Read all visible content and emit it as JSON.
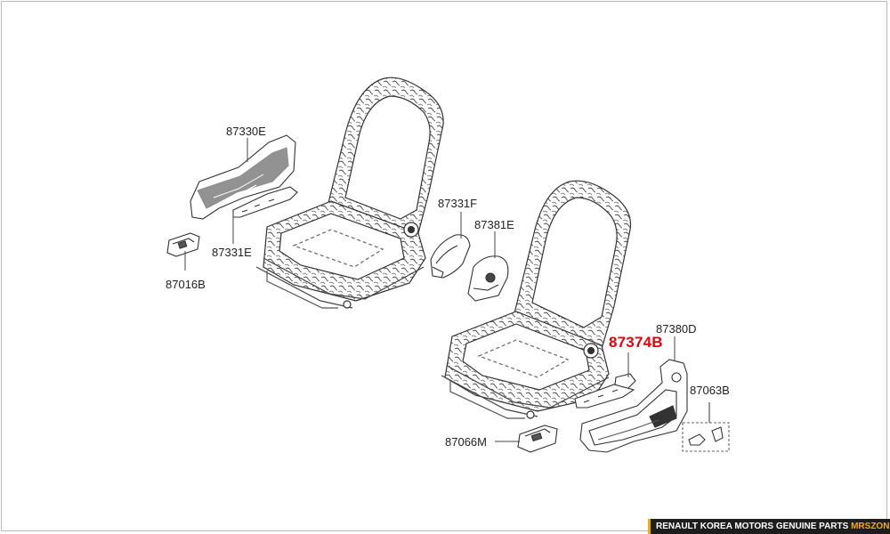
{
  "parts": {
    "p87330E": "87330E",
    "p87331E": "87331E",
    "p87016B": "87016B",
    "p87331F": "87331F",
    "p87381E": "87381E",
    "p87374B": "87374B",
    "p87380D": "87380D",
    "p87063B": "87063B",
    "p87066M": "87066M"
  },
  "footer": {
    "text": "RENAULT KOREA MOTORS GENUINE PARTS",
    "brand": "MRSZONE"
  },
  "colors": {
    "highlight": "#e8000b",
    "line": "#333333",
    "footer_bg": "#1d1d1d",
    "footer_brand": "#f0b000"
  }
}
